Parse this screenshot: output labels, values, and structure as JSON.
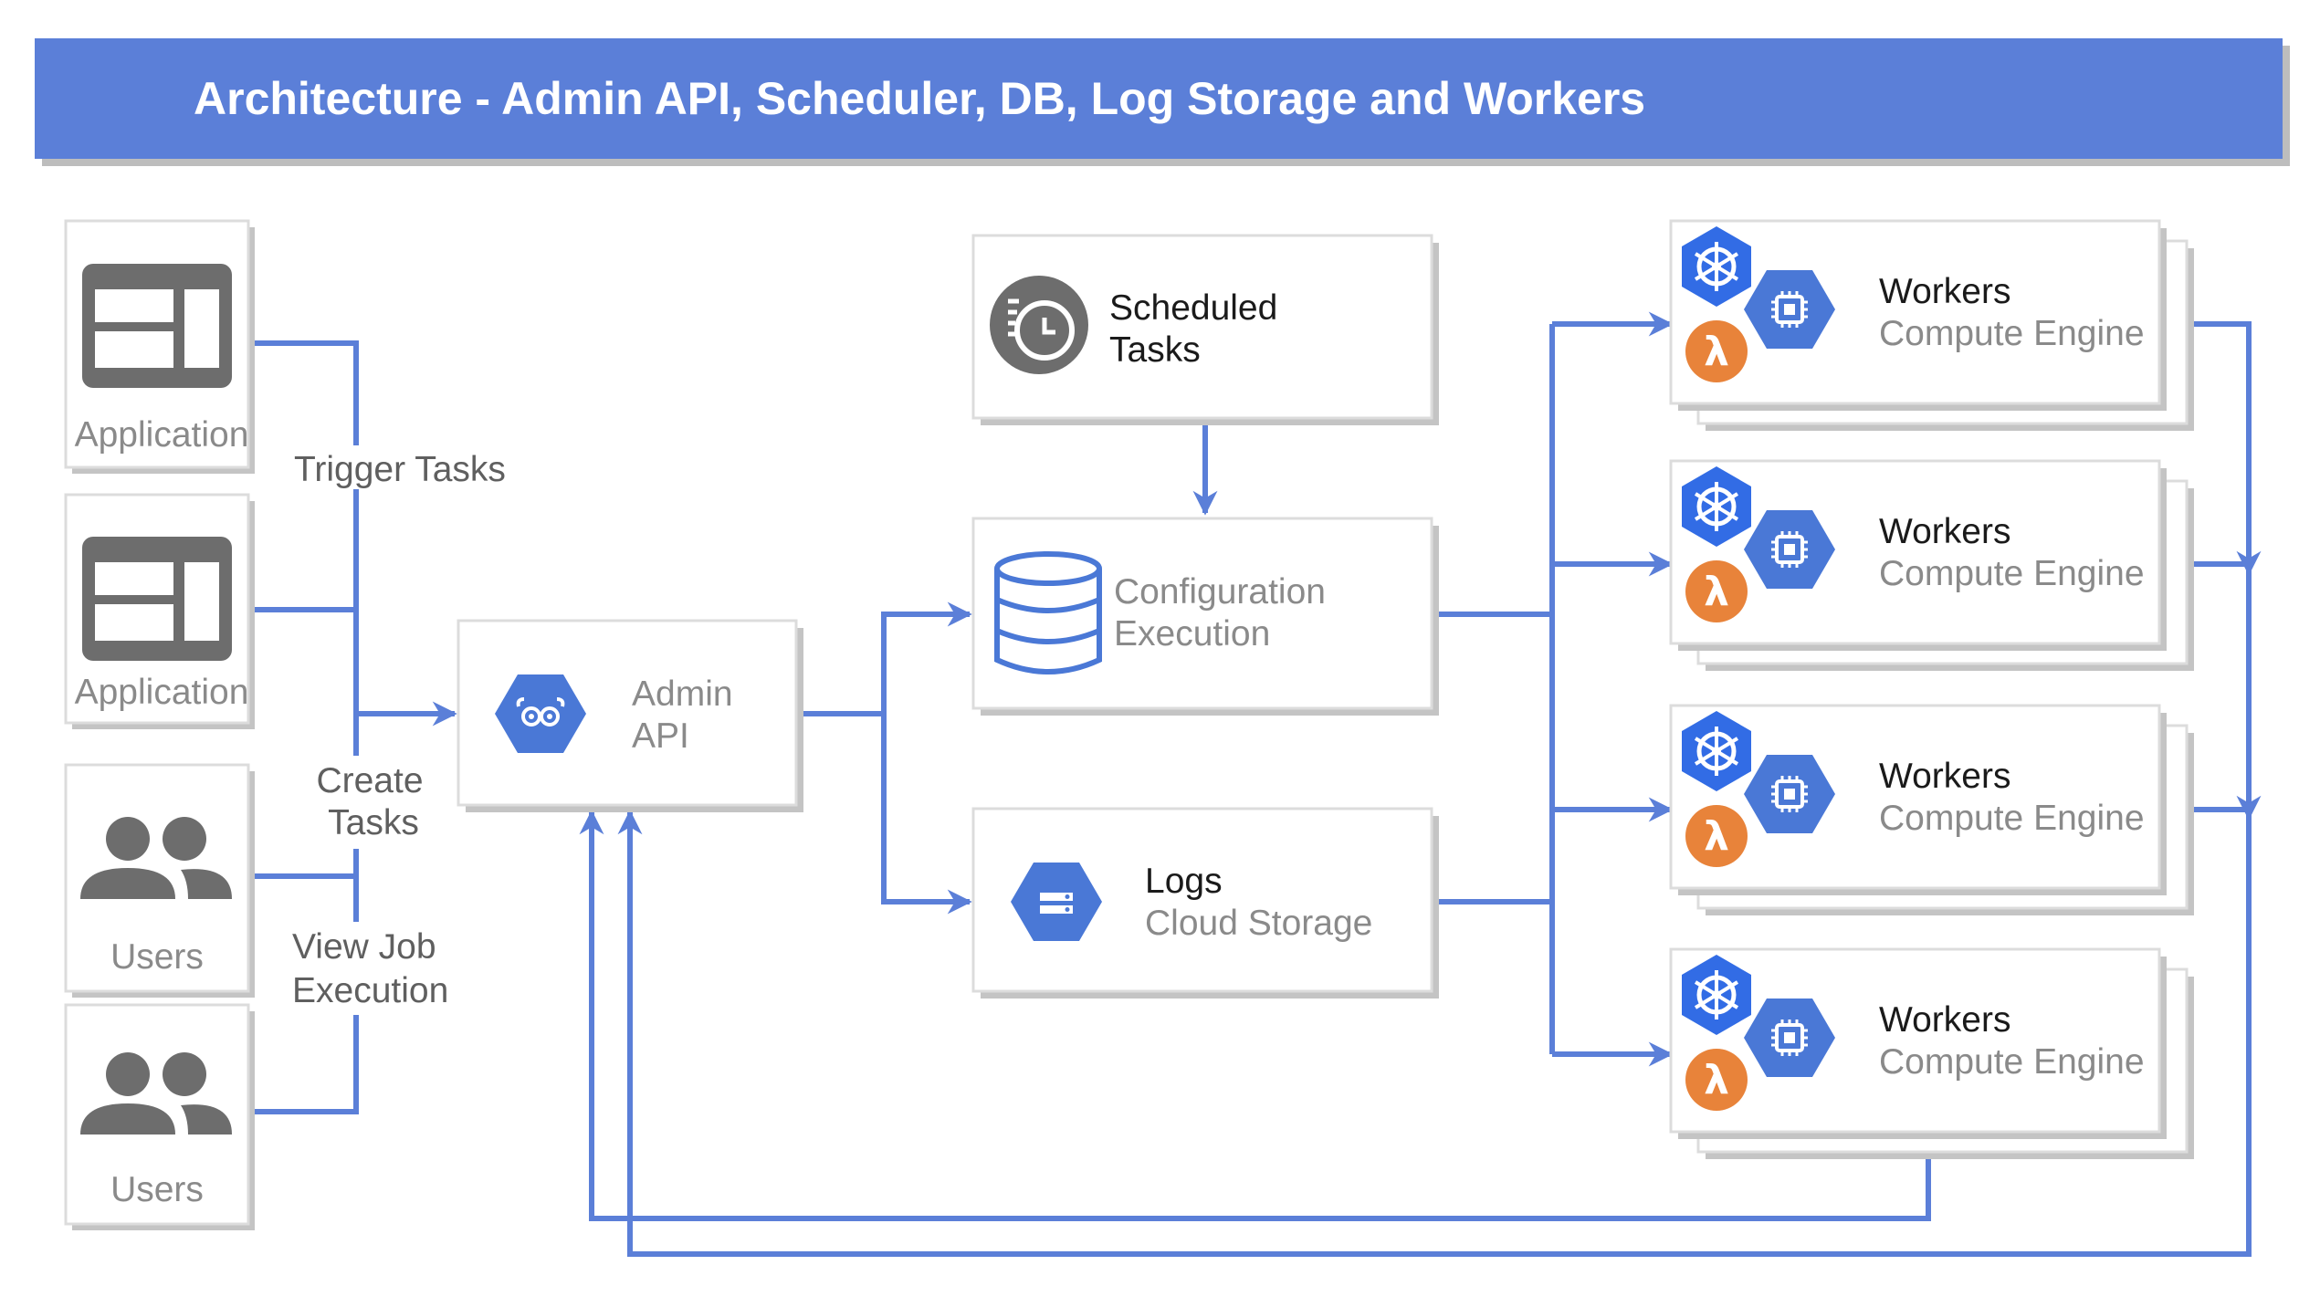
{
  "title": "Architecture - Admin API, Scheduler, DB, Log Storage and Workers",
  "clients": [
    {
      "label": "Application",
      "icon": "application-icon"
    },
    {
      "label": "Application",
      "icon": "application-icon"
    },
    {
      "label": "Users",
      "icon": "users-icon"
    },
    {
      "label": "Users",
      "icon": "users-icon"
    }
  ],
  "edge_labels": {
    "trigger": "Trigger Tasks",
    "create_1": "Create",
    "create_2": "Tasks",
    "view_1": "View Job",
    "view_2": "Execution"
  },
  "admin_api": {
    "line1": "Admin",
    "line2": "API",
    "icon": "cloud-endpoints-icon"
  },
  "scheduled": {
    "line1": "Scheduled",
    "line2": "Tasks",
    "icon": "scheduled-tasks-icon"
  },
  "config": {
    "line1": "Configuration",
    "line2": "Execution",
    "icon": "database-icon"
  },
  "logs": {
    "line1": "Logs",
    "line2": "Cloud Storage",
    "icon": "cloud-storage-icon"
  },
  "workers": [
    {
      "title": "Workers",
      "subtitle": "Compute Engine"
    },
    {
      "title": "Workers",
      "subtitle": "Compute Engine"
    },
    {
      "title": "Workers",
      "subtitle": "Compute Engine"
    },
    {
      "title": "Workers",
      "subtitle": "Compute Engine"
    }
  ],
  "worker_icons": [
    "kubernetes-icon",
    "lambda-icon",
    "compute-engine-icon"
  ],
  "colors": {
    "header": "#5b7fd8",
    "edge": "#5b7fd8",
    "gcp_blue": "#4a78d6",
    "kubernetes_blue": "#326ce5",
    "lambda_orange": "#e8833a",
    "icon_grey": "#6d6d6d"
  }
}
